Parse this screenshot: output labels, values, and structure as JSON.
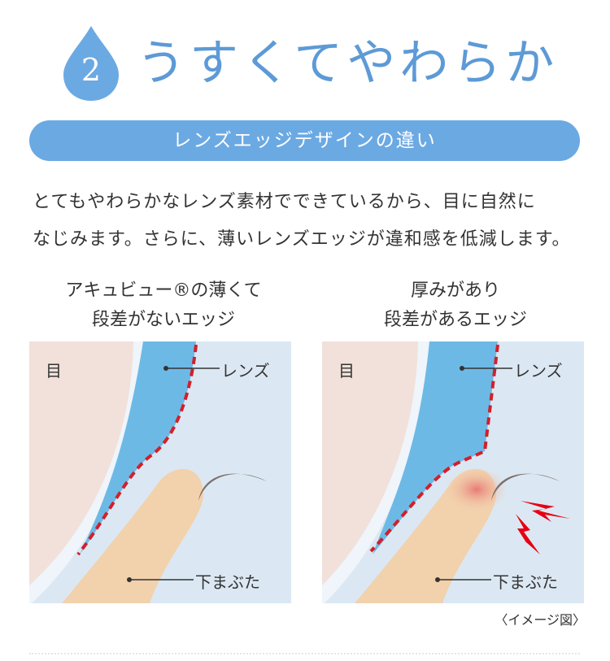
{
  "header": {
    "number": "2",
    "title": "うすくてやわらか"
  },
  "banner": {
    "label": "レンズエッジデザインの違い"
  },
  "description": {
    "line1": "とてもやわらかなレンズ素材でできているから、目に自然に",
    "line2": "なじみます。さらに、薄いレンズエッジが違和感を低減します。"
  },
  "left": {
    "caption_line1": "アキュビュー®の薄くて",
    "caption_line2": "段差がないエッジ",
    "label_eye": "目",
    "label_lens": "レンズ",
    "label_eyelid": "下まぶた"
  },
  "right": {
    "caption_line1": "厚みがあり",
    "caption_line2": "段差があるエッジ",
    "label_eye": "目",
    "label_lens": "レンズ",
    "label_eyelid": "下まぶた"
  },
  "note": "〈イメージ図〉",
  "colors": {
    "accent": "#6ba9e3",
    "title": "#5d9ad6",
    "lens": "#6db9e6",
    "eye": "#f1e1da",
    "background": "#dbe8f3",
    "eyelid": "#f2d1ad",
    "eyelash": "#7d716d",
    "dashed_line": "#d21f29",
    "irritation": "#e60012"
  }
}
